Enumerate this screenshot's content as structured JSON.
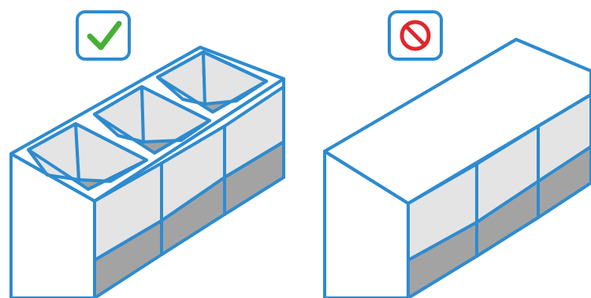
{
  "colors": {
    "line": "#2e8bcf",
    "light_fill": "#e4e4e4",
    "dark_fill": "#a3a3a3",
    "check_green": "#45b035",
    "prohibit_red": "#e0262d"
  },
  "panels": [
    {
      "id": "correct",
      "icon": "checkmark-icon",
      "meaning": "correct"
    },
    {
      "id": "incorrect",
      "icon": "prohibited-icon",
      "meaning": "incorrect"
    }
  ]
}
